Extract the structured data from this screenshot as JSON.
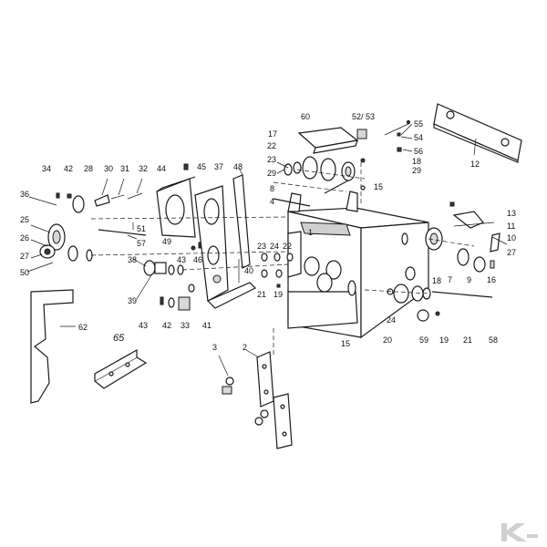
{
  "callouts": {
    "c1": "1",
    "c2": "2",
    "c3": "3",
    "c4": "4",
    "c7": "7",
    "c8": "8",
    "c9": "9",
    "c10": "10",
    "c11": "11",
    "c12": "12",
    "c13": "13",
    "c15a": "15",
    "c15b": "15",
    "c16": "16",
    "c17": "17",
    "c18a": "18",
    "c18b": "18",
    "c19a": "19",
    "c19b": "19",
    "c20": "20",
    "c21a": "21",
    "c21b": "21",
    "c22a": "22",
    "c22b": "22",
    "c23a": "23",
    "c23b": "23",
    "c24a": "24",
    "c24b": "24",
    "c25": "25",
    "c26": "26",
    "c27a": "27",
    "c27b": "27",
    "c28": "28",
    "c29a": "29",
    "c29b": "29",
    "c30": "30",
    "c31": "31",
    "c32": "32",
    "c33": "33",
    "c34": "34",
    "c36": "36",
    "c37": "37",
    "c38": "38",
    "c39": "39",
    "c40": "40",
    "c41": "41",
    "c42a": "42",
    "c42b": "42",
    "c43a": "43",
    "c43b": "43",
    "c44": "44",
    "c45": "45",
    "c46": "46",
    "c48": "48",
    "c49": "49",
    "c50": "50",
    "c51": "51",
    "c52": "52/ 53",
    "c54": "54",
    "c55": "55",
    "c56": "56",
    "c57": "57",
    "c58": "58",
    "c59": "59",
    "c60": "60",
    "c62": "62",
    "c65": "65"
  },
  "colors": {
    "line": "#1a1a1a",
    "background": "#ffffff",
    "logo": "#d0d0d0"
  },
  "icons": {
    "logo": "k-logo-icon"
  }
}
